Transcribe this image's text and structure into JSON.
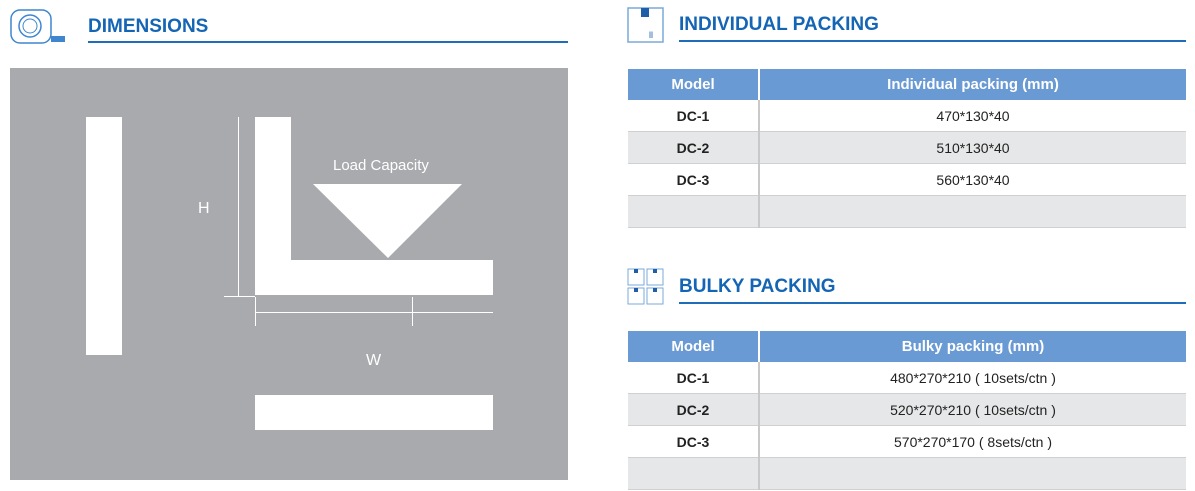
{
  "dimensions": {
    "title": "DIMENSIONS",
    "load_label": "Load Capacity",
    "h_label": "H",
    "w_label": "W"
  },
  "individual": {
    "title": "INDIVIDUAL  PACKING",
    "headers": [
      "Model",
      "Individual  packing (mm)"
    ],
    "rows": [
      [
        "DC-1",
        "470*130*40"
      ],
      [
        "DC-2",
        "510*130*40"
      ],
      [
        "DC-3",
        "560*130*40"
      ],
      [
        "",
        ""
      ]
    ]
  },
  "bulky": {
    "title": "BULKY PACKING",
    "headers": [
      "Model",
      "Bulky packing (mm)"
    ],
    "rows": [
      [
        "DC-1",
        "480*270*210 ( 10sets/ctn )"
      ],
      [
        "DC-2",
        "520*270*210 ( 10sets/ctn )"
      ],
      [
        "DC-3",
        "570*270*170 ( 8sets/ctn )"
      ],
      [
        "",
        ""
      ]
    ]
  },
  "colors": {
    "accent": "#1565b5",
    "table_header": "#6a9ad3",
    "panel": "#a9aaad"
  }
}
